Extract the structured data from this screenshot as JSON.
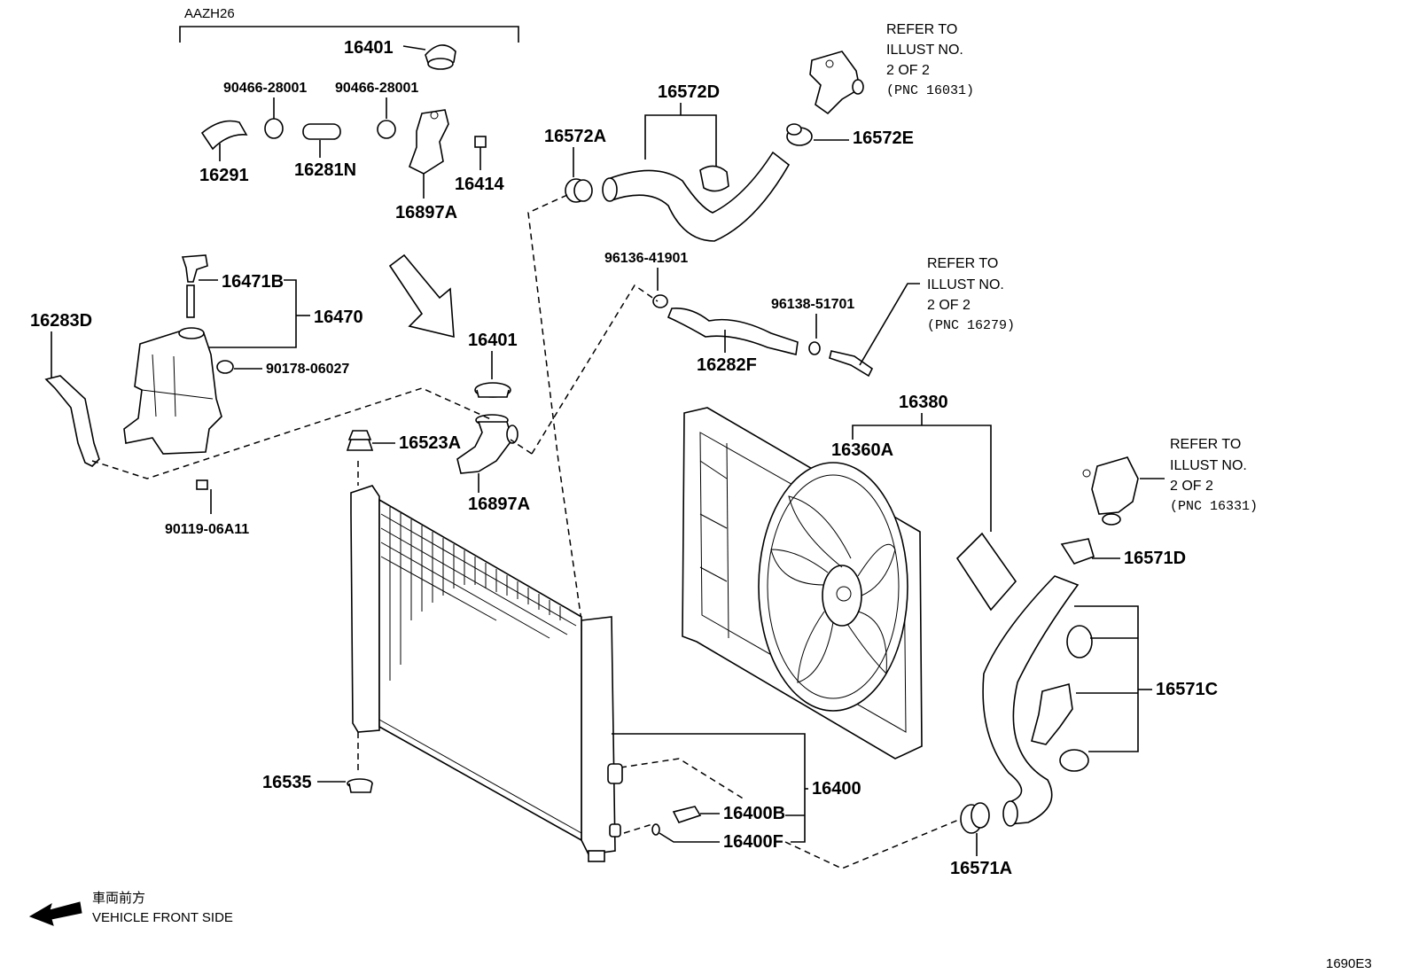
{
  "variant_label": "AAZH26",
  "diagram_code": "1690E3",
  "direction": {
    "jp": "車両前方",
    "en": "VEHICLE FRONT SIDE"
  },
  "refer_notes": [
    {
      "l1": "REFER TO",
      "l2": "ILLUST NO.",
      "l3": "2 OF 2",
      "l4": "(PNC 16031)"
    },
    {
      "l1": "REFER TO",
      "l2": "ILLUST NO.",
      "l3": "2 OF 2",
      "l4": "(PNC 16279)"
    },
    {
      "l1": "REFER TO",
      "l2": "ILLUST NO.",
      "l3": "2 OF 2",
      "l4": "(PNC 16331)"
    }
  ],
  "parts": {
    "p16401_top": "16401",
    "p90466_a": "90466-28001",
    "p90466_b": "90466-28001",
    "p16291": "16291",
    "p16281N": "16281N",
    "p16897A_top": "16897A",
    "p16414": "16414",
    "p16572A": "16572A",
    "p16572D": "16572D",
    "p16572E": "16572E",
    "p96136": "96136-41901",
    "p96138": "96138-51701",
    "p16282F": "16282F",
    "p16471B": "16471B",
    "p16470": "16470",
    "p16283D": "16283D",
    "p90178": "90178-06027",
    "p16401_mid": "16401",
    "p16523A": "16523A",
    "p16897A_mid": "16897A",
    "p90119": "90119-06A11",
    "p16380": "16380",
    "p16360A": "16360A",
    "p16571D": "16571D",
    "p16571C": "16571C",
    "p16535": "16535",
    "p16400": "16400",
    "p16400B": "16400B",
    "p16400F": "16400F",
    "p16571A": "16571A"
  }
}
